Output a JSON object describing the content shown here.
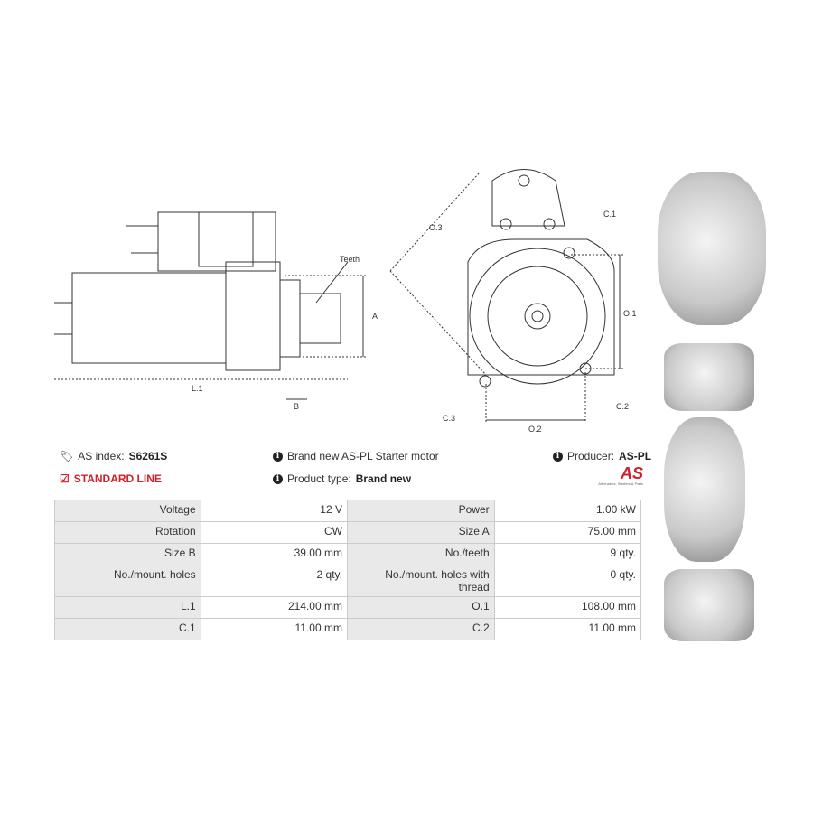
{
  "drawing_labels": {
    "teeth": "Teeth",
    "a": "A",
    "b": "B",
    "l1": "L.1",
    "o3": "O.3",
    "c1": "C.1",
    "o1": "O.1",
    "c2": "C.2",
    "c3": "C.3",
    "o2": "O.2"
  },
  "info": {
    "as_index_label": "AS index:",
    "as_index_value": "S6261S",
    "standard_line": "STANDARD LINE",
    "description": "Brand new AS-PL Starter motor",
    "product_type_label": "Product type:",
    "product_type_value": "Brand new",
    "producer_label": "Producer:",
    "producer_value": "AS-PL",
    "logo_text": "AS",
    "logo_tagline": "Alternators, Starters & Parts"
  },
  "specs": [
    [
      "Voltage",
      "12 V",
      "Power",
      "1.00 kW"
    ],
    [
      "Rotation",
      "CW",
      "Size A",
      "75.00 mm"
    ],
    [
      "Size B",
      "39.00 mm",
      "No./teeth",
      "9 qty."
    ],
    [
      "No./mount. holes",
      "2 qty.",
      "No./mount. holes with thread",
      "0 qty."
    ],
    [
      "L.1",
      "214.00 mm",
      "O.1",
      "108.00 mm"
    ],
    [
      "C.1",
      "11.00 mm",
      "C.2",
      "11.00 mm"
    ]
  ],
  "colors": {
    "accent": "#d0202a"
  }
}
